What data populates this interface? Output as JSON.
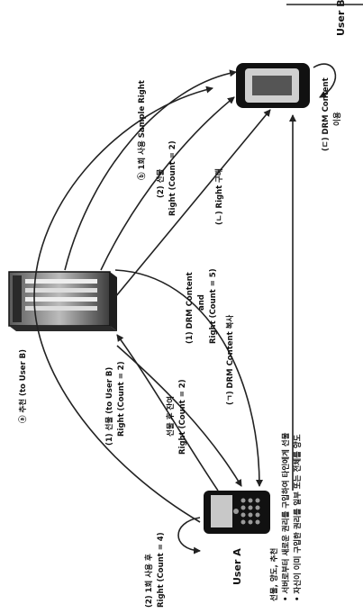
{
  "nodes": {
    "user_a": "User A",
    "user_b": "User B"
  },
  "edges": {
    "recommend_to_b": "ⓐ 추천 (to User B)",
    "sample_right": "ⓑ 1회 사용 Sample Right",
    "gift_to_b_line1": "(1) 선물 (to User B)",
    "gift_to_b_line2": "Right (Count = 2)",
    "remaining_gift_line1": "선물 후 잔여",
    "remaining_gift_line2": "Right (Count = 2)",
    "drm_download_line1": "(1) DRM Content",
    "drm_download_line2": "and",
    "drm_download_line3": "Right (Count = 5)",
    "drm_copy": "(ㄱ) DRM Content 복사",
    "gift_from_server_line1": "(2) 선물",
    "gift_from_server_line2": "Right (Count = 2)",
    "right_purchase": "(ㄴ) Right 구매",
    "use_once_line1": "(2) 1회 사용 후",
    "use_once_line2": "Right (Count = 4)",
    "drm_use_line1": "(ㄷ) DRM Content",
    "drm_use_line2": "이용"
  },
  "legend": {
    "title": "선물, 양도, 추천",
    "item1": "• 서버로부터 새로운 권리를 구입하여 타인에게 선물",
    "item2": "• 자신이 이미 구입한 권리를 일부 또는 전체를 양도"
  }
}
